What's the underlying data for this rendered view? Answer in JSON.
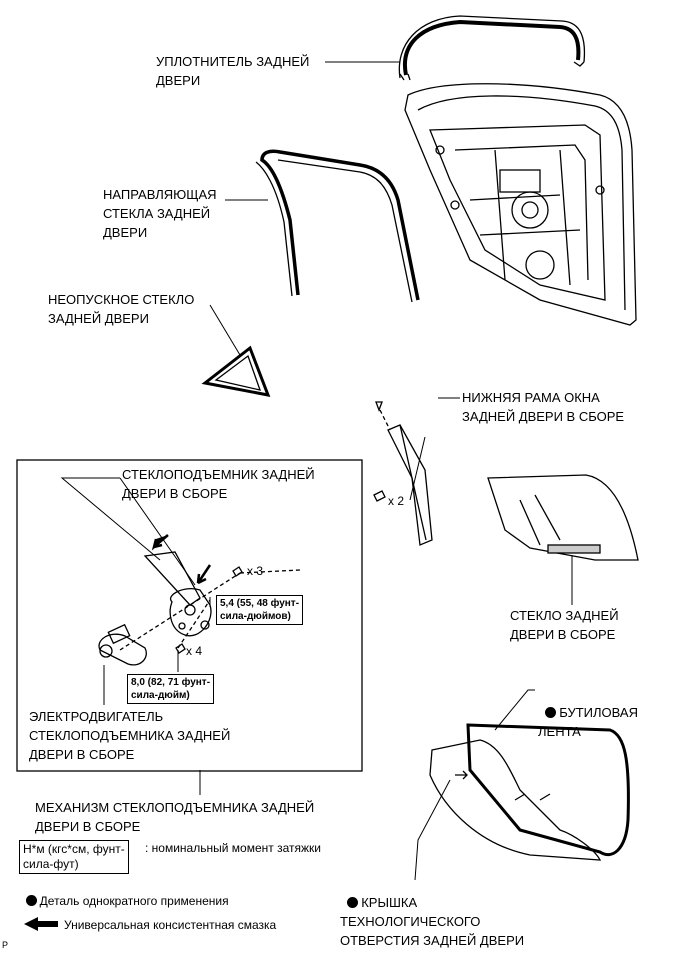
{
  "labels": {
    "rear_door_weatherstrip": "УПЛОТНИТЕЛЬ ЗАДНЕЙ\nДВЕРИ",
    "rear_door_glass_run": "НАПРАВЛЯЮЩАЯ\nСТЕКЛА ЗАДНЕЙ\nДВЕРИ",
    "rear_door_quarter_glass": "НЕОПУСКНОЕ СТЕКЛО\nЗАДНЕЙ ДВЕРИ",
    "rear_door_lower_frame": "НИЖНЯЯ РАМА ОКНА\nЗАДНЕЙ ДВЕРИ В СБОРЕ",
    "rear_door_regulator": "СТЕКЛОПОДЪЕМНИК ЗАДНЕЙ\nДВЕРИ В СБОРЕ",
    "rear_door_glass": "СТЕКЛО ЗАДНЕЙ\nДВЕРИ В СБОРЕ",
    "regulator_motor": "ЭЛЕКТРОДВИГАТЕЛЬ\nСТЕКЛОПОДЪЕМНИКА ЗАДНЕЙ\nДВЕРИ В СБОРЕ",
    "regulator_mechanism": "МЕХАНИЗМ СТЕКЛОПОДЪЕМНИКА ЗАДНЕЙ\nДВЕРИ В СБОРЕ",
    "butyl_tape": "БУТИЛОВАЯ\nЛЕНТА",
    "service_hole_cover": "КРЫШКА\nТЕХНОЛОГИЧЕСКОГО\nОТВЕРСТИЯ ЗАДНЕЙ ДВЕРИ"
  },
  "quantities": {
    "frame_screw": "x 2",
    "regulator_bolt": "x 3",
    "motor_screw": "x 4"
  },
  "torques": {
    "regulator_bolt": "5,4 (55, 48 фунт-\nсила-дюймов)",
    "motor_screw": "8,0 (82, 71 фунт-\nсила-дюйм)"
  },
  "legend": {
    "torque_box": "Н*м (кгс*см, фунт-\nсила-фут)",
    "torque_text": ": номинальный момент затяжки",
    "non_reusable": "Деталь однократного применения",
    "grease": "Универсальная консистентная смазка"
  },
  "figure_code": "P"
}
